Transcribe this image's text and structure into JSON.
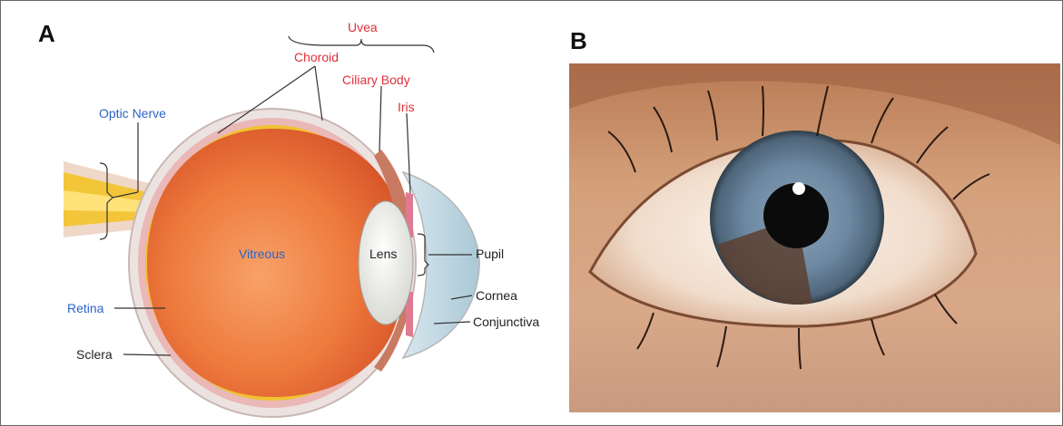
{
  "panels": {
    "a": "A",
    "b": "B"
  },
  "labels": {
    "uvea": "Uvea",
    "choroid": "Choroid",
    "ciliary_body": "Ciliary Body",
    "iris": "Iris",
    "optic_nerve": "Optic Nerve",
    "vitreous": "Vitreous",
    "lens": "Lens",
    "pupil": "Pupil",
    "cornea": "Cornea",
    "conjunctiva": "Conjunctiva",
    "retina": "Retina",
    "sclera": "Sclera"
  },
  "colors": {
    "uvea_label": "#e0303a",
    "structure_label": "#2a64c8",
    "other_label": "#222222",
    "vitreous": "#f07a3e",
    "sclera": "#e9dede",
    "iris_blue": "#6f8ba6",
    "skin": "#c98a5f"
  }
}
